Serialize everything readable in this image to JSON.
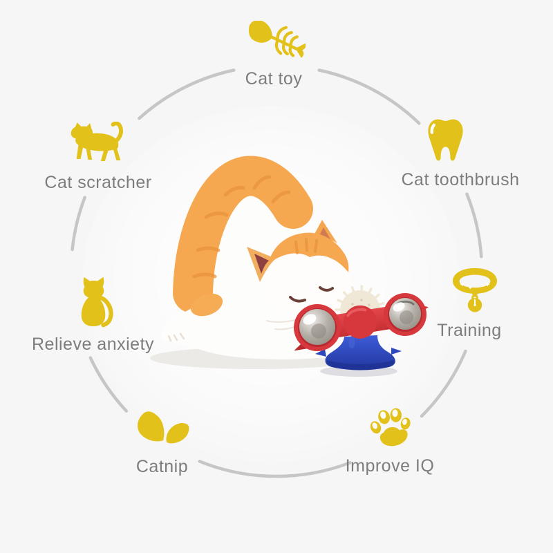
{
  "colors": {
    "bg": "#f6f6f6",
    "accent": "#e2c11a",
    "label": "#7d7d7d",
    "circle-line": "#c6c6c6",
    "toy-red": "#d7383d",
    "toy-red-dark": "#b92a30",
    "toy-blue": "#2c48bc",
    "toy-ivory": "#efe8d6",
    "cat-orange": "#f6a851",
    "cat-white": "#fdfdfc"
  },
  "features": [
    {
      "id": "cat-toy",
      "label": "Cat toy",
      "icon": "fishbone-icon"
    },
    {
      "id": "cat-toothbrush",
      "label": "Cat toothbrush",
      "icon": "tooth-icon"
    },
    {
      "id": "training",
      "label": "Training",
      "icon": "collar-icon"
    },
    {
      "id": "improve-iq",
      "label": "Improve IQ",
      "icon": "paw-icon"
    },
    {
      "id": "catnip",
      "label": "Catnip",
      "icon": "leaf-icon"
    },
    {
      "id": "relieve-anxiety",
      "label": "Relieve anxiety",
      "icon": "cat-sitting-icon"
    },
    {
      "id": "cat-scratcher",
      "label": "Cat scratcher",
      "icon": "cat-walking-icon"
    }
  ],
  "center_illustration": {
    "subject": "Orange and white kitten sniffing a windmill spinning cat toy with blue suction cup base, red windmill arms, two clear balls and an ivory spiky ball"
  }
}
